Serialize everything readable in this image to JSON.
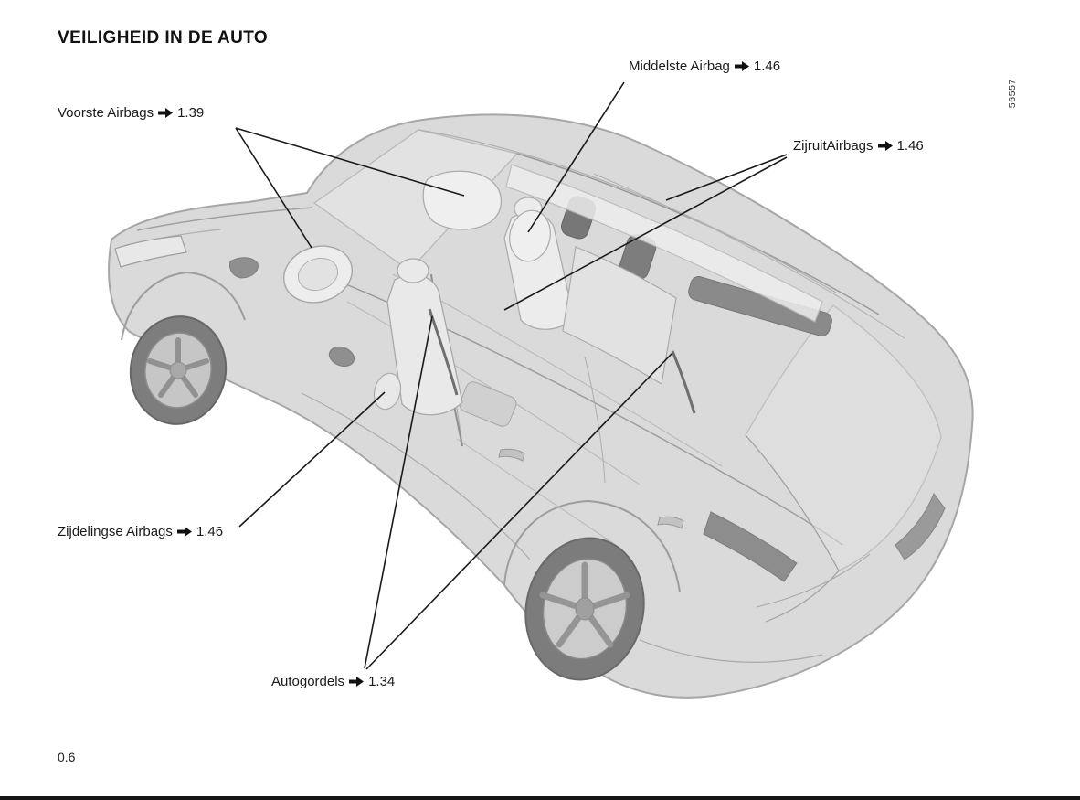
{
  "page": {
    "title": "VEILIGHEID IN DE AUTO",
    "page_number": "0.6",
    "figure_number": "56557"
  },
  "callouts": [
    {
      "id": "front-airbags",
      "label": "Voorste Airbags",
      "ref": "1.39"
    },
    {
      "id": "middle-airbag",
      "label": "Middelste Airbag",
      "ref": "1.46"
    },
    {
      "id": "curtain-airbags",
      "label": "ZijruitAirbags",
      "ref": "1.46"
    },
    {
      "id": "side-airbags",
      "label": "Zijdelingse Airbags",
      "ref": "1.46"
    },
    {
      "id": "seatbelts",
      "label": "Autogordels",
      "ref": "1.34"
    }
  ],
  "icons": {
    "ref_arrow": "right-arrow"
  },
  "colors": {
    "ink": "#1a1a1a",
    "car_body": "#dadada",
    "car_line": "#a6a6a6"
  }
}
